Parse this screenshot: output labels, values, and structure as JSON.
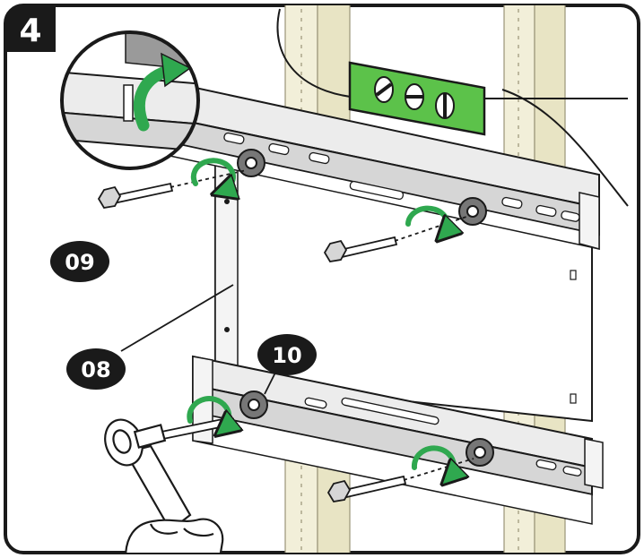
{
  "step": {
    "number": "4"
  },
  "callouts": {
    "bracket_plate": "08",
    "bolt": "09",
    "washer": "10"
  },
  "colors": {
    "arrow_green": "#2fa84f",
    "level_green": "#5cc24a",
    "wall_stud": "#f2efd9",
    "wall_stud_alt": "#e8e4c4",
    "outline": "#1a1a1a",
    "metal": "#ececec",
    "metal_shade": "#c9c9c9"
  },
  "icons": [
    "rotate-arrow-icon",
    "spirit-level-icon",
    "socket-wrench-icon",
    "hand-icon",
    "magnifier-inset-icon"
  ]
}
